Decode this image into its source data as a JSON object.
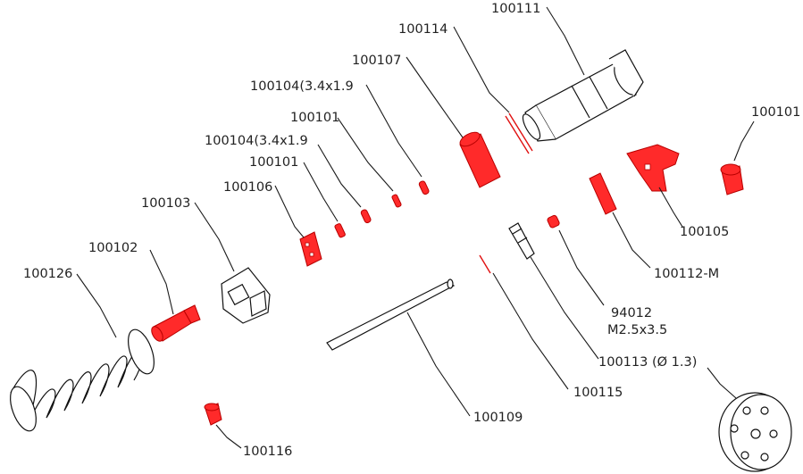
{
  "labels": {
    "p100111": "100111",
    "p100114": "100114",
    "p100107": "100107",
    "p100104_a": "100104(3.4x1.9",
    "p100101_a": "100101",
    "p100104_b": "100104(3.4x1.9",
    "p100101_b": "100101",
    "p100106": "100106",
    "p100103": "100103",
    "p100102": "100102",
    "p100126": "100126",
    "p100101_c": "100101",
    "p100105": "100105",
    "p100112m": "100112-M",
    "p94012": "94012",
    "p94012_size": "M2.5x3.5",
    "p100113": "100113 (Ø 1.3)",
    "p100115": "100115",
    "p100109": "100109",
    "p100116": "100116"
  },
  "colors": {
    "highlight_part": "#ff2a2a",
    "line": "#1a1a1a",
    "background": "#ffffff"
  }
}
